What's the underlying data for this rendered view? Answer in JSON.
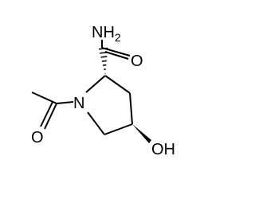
{
  "atom_labels": {
    "amide_nh2": "NH",
    "amide_nh2_subscript": "2",
    "amide_o": "O",
    "ring_n": "N",
    "acetyl_o": "O",
    "hydroxyl": "OH"
  },
  "colors": {
    "background": "#ffffff",
    "bond": "#000000",
    "text": "#000000"
  }
}
